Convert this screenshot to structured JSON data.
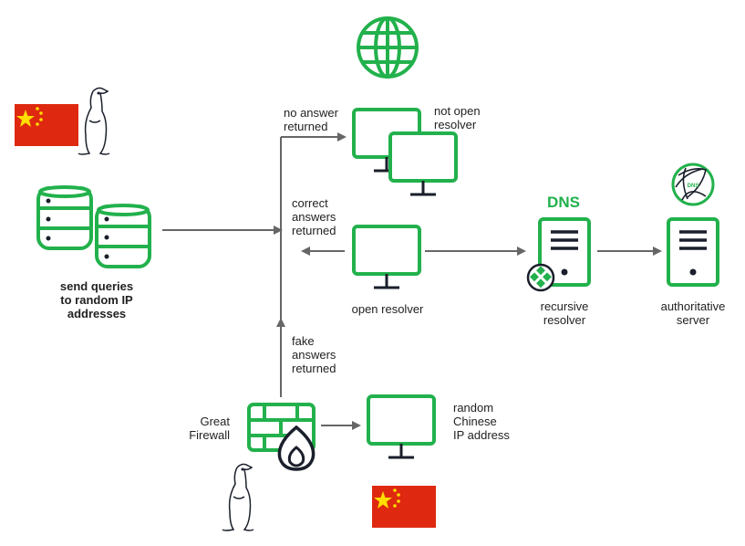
{
  "colors": {
    "accent": "#22b14c",
    "arrow": "#666666",
    "dark": "#1a1f2b",
    "flag_red": "#de2910",
    "flag_star": "#ffde00"
  },
  "labels": {
    "send_queries": "send queries\nto random IP\naddresses",
    "no_answer": "no answer\nreturned",
    "not_open_resolver": "not open\nresolver",
    "correct_answers": "correct\nanswers\nreturned",
    "open_resolver": "open resolver",
    "dns": "DNS",
    "recursive_resolver": "recursive\nresolver",
    "authoritative_server": "authoritative\nserver",
    "fake_answers": "fake\nanswers\nreturned",
    "great_firewall": "Great\nFirewall",
    "random_chinese_ip": "random\nChinese\nIP address",
    "dns_globe_badge": "DNS"
  },
  "icons": [
    "china-flag",
    "meerkat",
    "database",
    "globe",
    "monitor",
    "dns-server",
    "firewall",
    "flame",
    "resolver-badge",
    "dns-globe"
  ]
}
